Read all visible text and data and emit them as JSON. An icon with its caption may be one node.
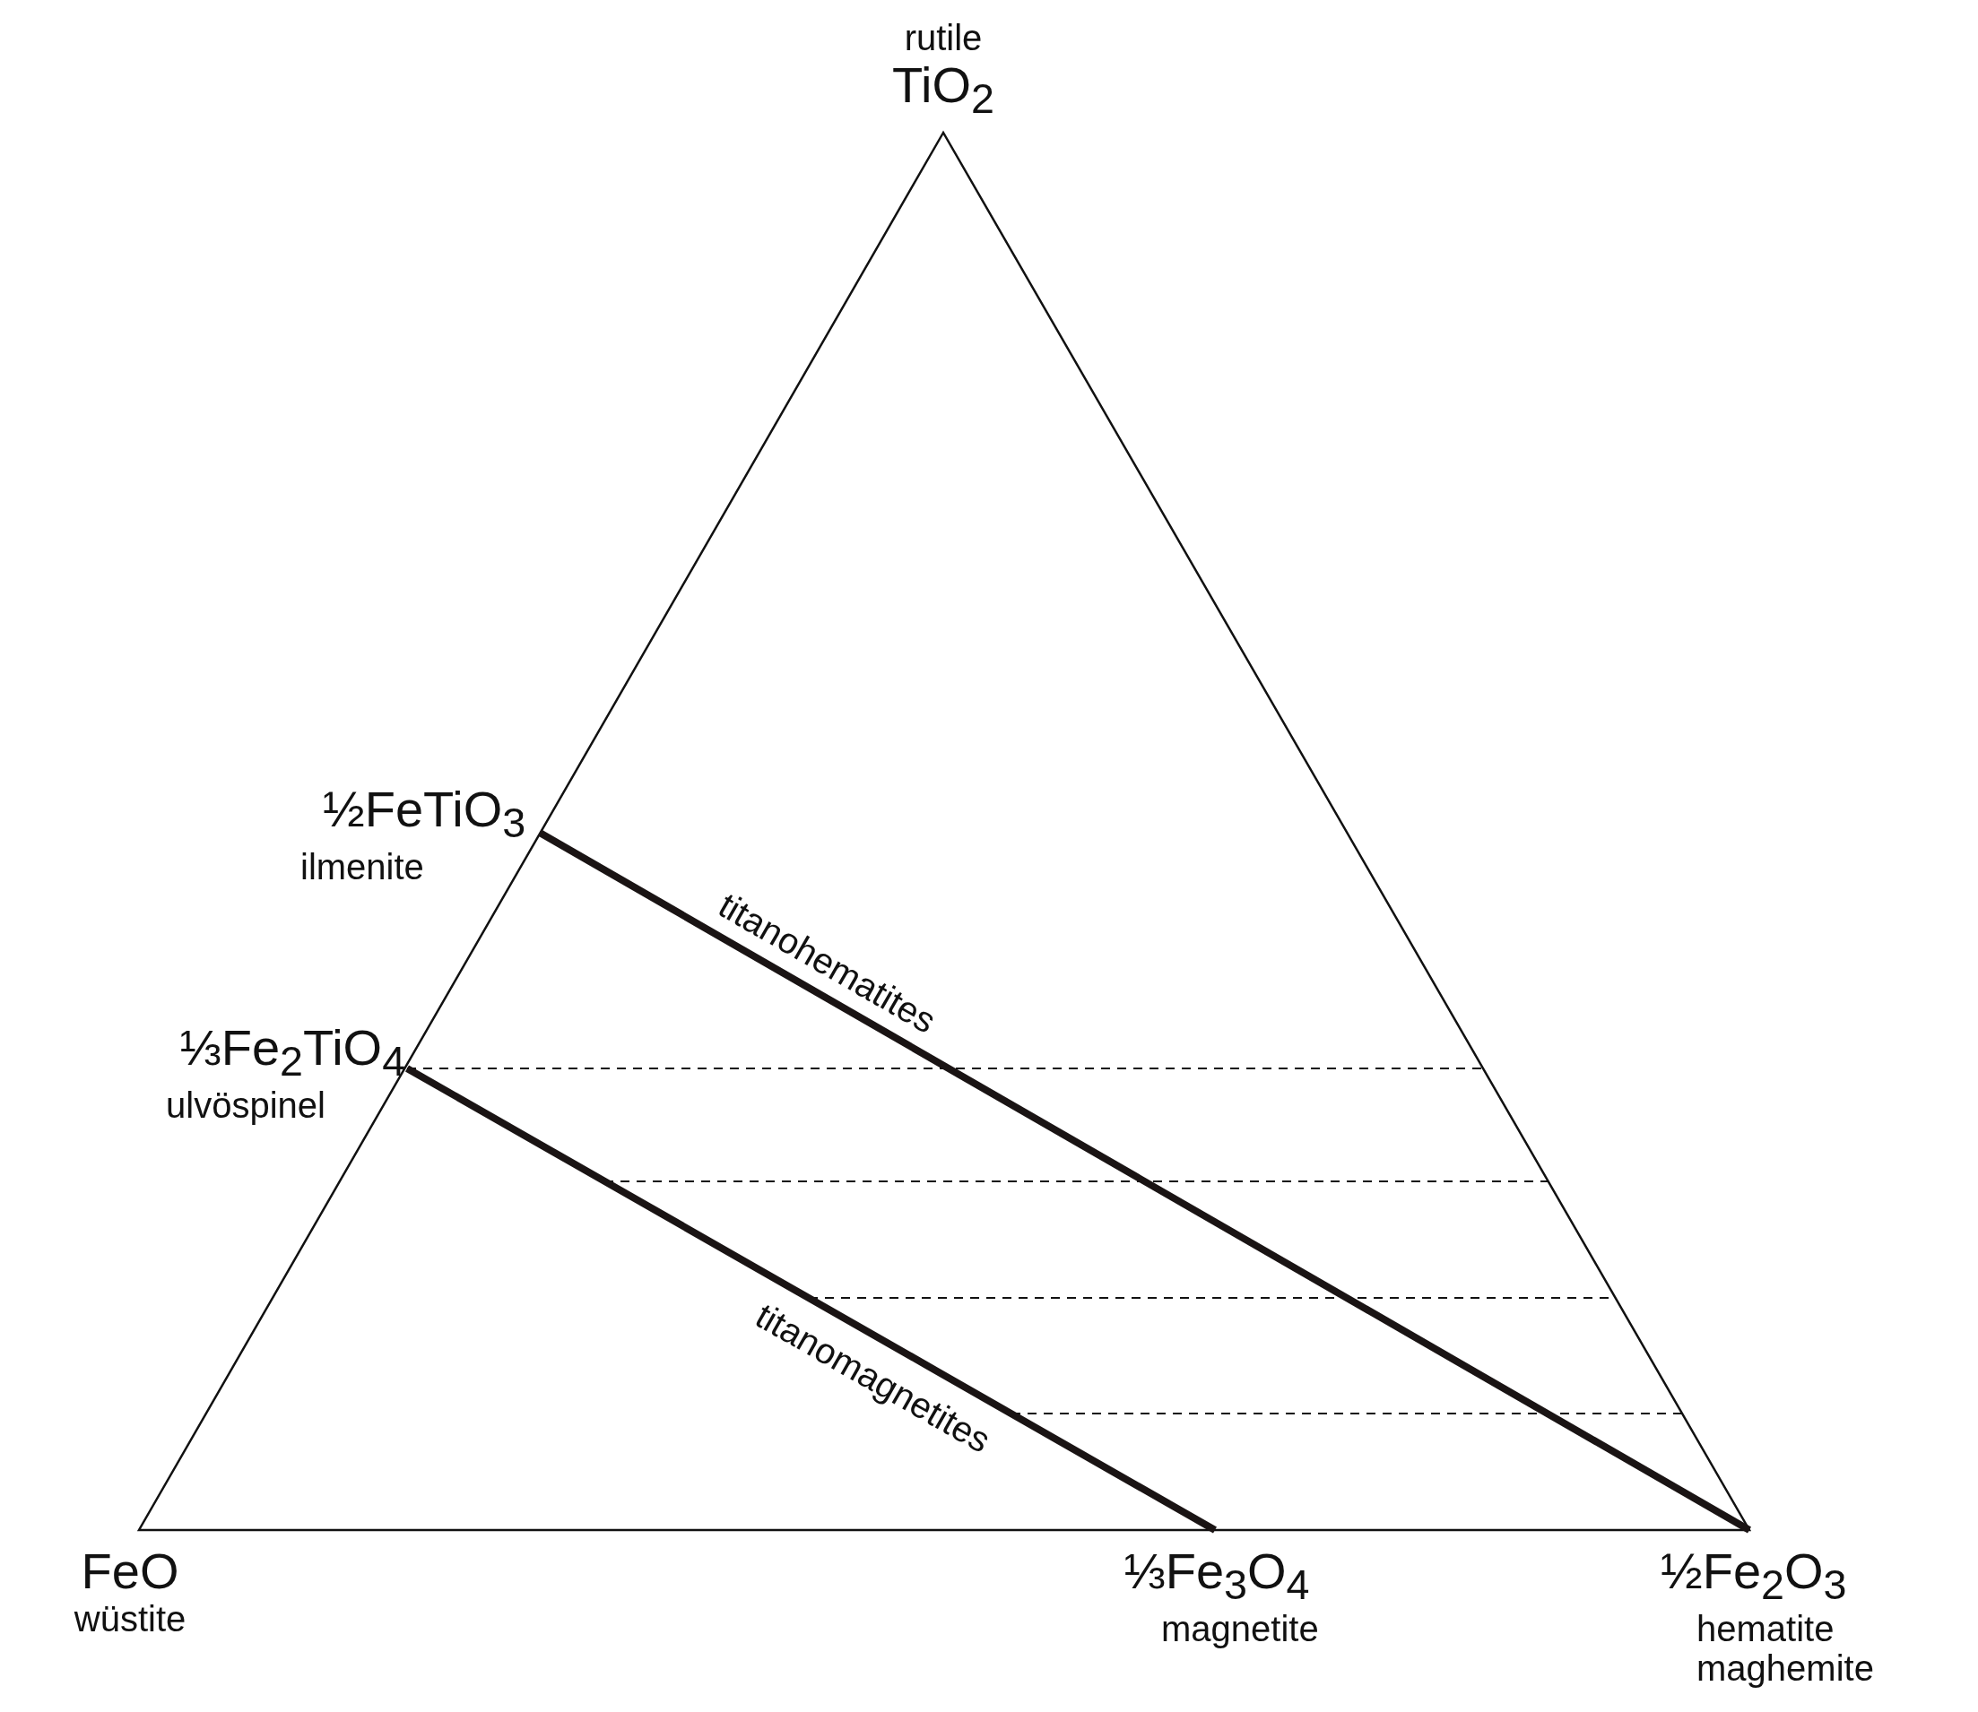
{
  "diagram": {
    "nodes": [
      {
        "text": [
          "rutile",
          "TiO$_{2}$"
        ]
      },
      {
        "text": [
          "½FeTiO$_{3}$",
          "ilmenite"
        ]
      },
      {
        "text": [
          "⅓Fe$_{2}$TiO$_{4}$",
          "ulvöspinel"
        ]
      },
      {
        "text": [
          "FeO",
          "wüstite"
        ]
      },
      {
        "text": [
          "⅓Fe$_{3}$O$_{4}$",
          "magnetite"
        ]
      },
      {
        "text": [
          "½Fe$_{2}$O$_{3}$",
          "hematite maghemite"
        ]
      }
    ],
    "edges": [
      {
        "from": 1,
        "to": 5,
        "arrow": "none",
        "label": "titanohematites"
      },
      {
        "from": 2,
        "to": 4,
        "arrow": "none",
        "label": "titanomagnetites"
      }
    ]
  }
}
